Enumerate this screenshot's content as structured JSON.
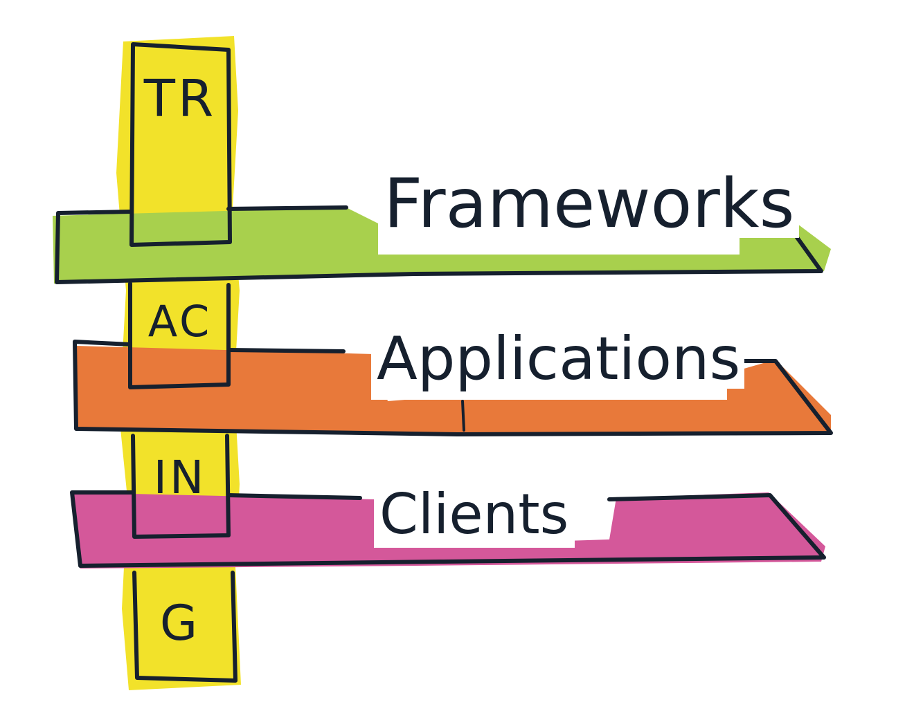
{
  "vertical_word": {
    "part1": "TR",
    "part2": "AC",
    "part3": "IN",
    "part4": "G"
  },
  "branches": [
    {
      "label": "Frameworks",
      "color": "#a8d04d"
    },
    {
      "label": "Applications",
      "color": "#e8793a"
    },
    {
      "label": "Clients",
      "color": "#d4589a"
    }
  ],
  "colors": {
    "vertical_bar": "#f2e22a",
    "ink": "#16202e"
  }
}
